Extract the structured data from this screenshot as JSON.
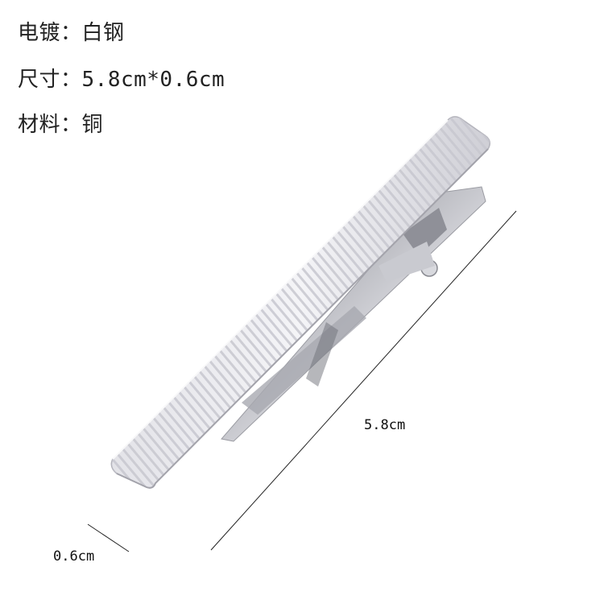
{
  "specs": [
    {
      "label": "电镀：",
      "value": "白钢"
    },
    {
      "label": "尺寸：",
      "value": "5.8cm*0.6cm"
    },
    {
      "label": "材料：",
      "value": "铜"
    }
  ],
  "dimensions": {
    "length_label": "5.8cm",
    "width_label": "0.6cm"
  }
}
